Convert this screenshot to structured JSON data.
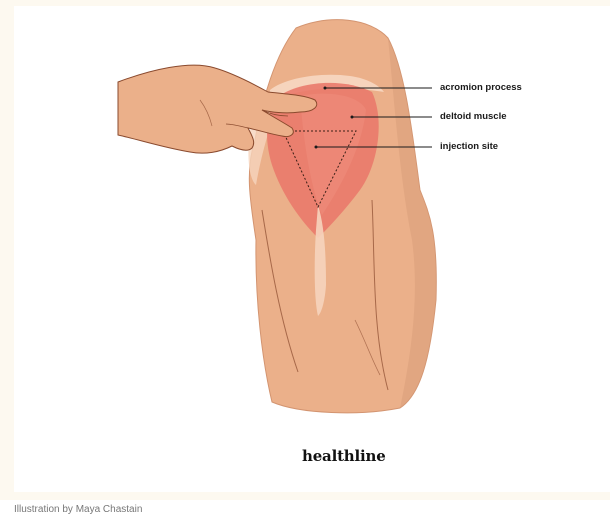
{
  "labels": {
    "acromion": "acromion process",
    "deltoid": "deltoid muscle",
    "injection": "injection  site"
  },
  "brand": {
    "logo": "healthline"
  },
  "caption": "Illustration by Maya Chastain",
  "colors": {
    "background": "#fdf9f0",
    "panel": "#ffffff",
    "skin": "#ebb08a",
    "skin_dark": "#d99e7a",
    "muscle": "#e9786a",
    "highlight": "#f6d4bd",
    "outline": "#8a4a2e"
  }
}
